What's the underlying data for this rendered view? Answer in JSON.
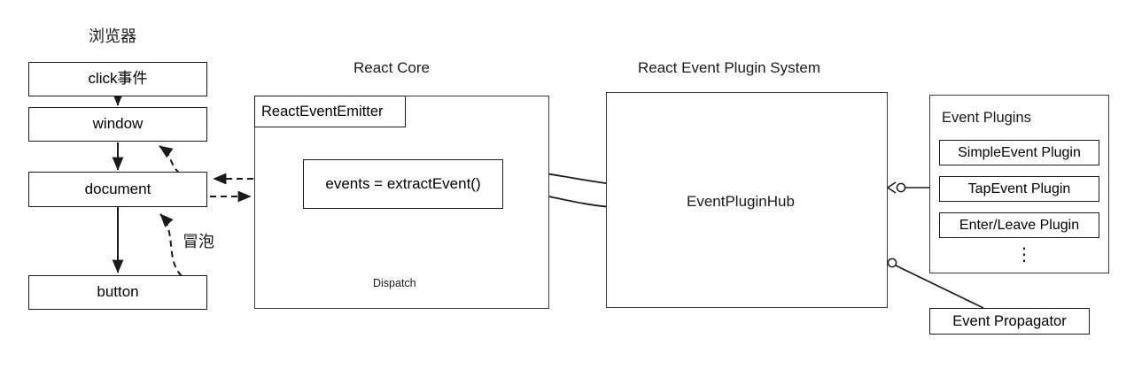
{
  "diagram": {
    "title_browser": "浏览器",
    "title_react_core": "React Core",
    "title_plugin_system": "React Event Plugin System",
    "bubble_label": "冒泡",
    "dispatch_label": "Dispatch",
    "ellipsis": "⋮"
  },
  "browser_chain": {
    "nodes": [
      {
        "label": "click事件"
      },
      {
        "label": "window"
      },
      {
        "label": "document"
      },
      {
        "label": "button"
      }
    ]
  },
  "react_core": {
    "emitter_label": "ReactEventEmitter",
    "extract_event_label": "events = extractEvent()"
  },
  "plugin_system": {
    "hub_label": "EventPluginHub"
  },
  "event_plugins": {
    "header": "Event Plugins",
    "items": [
      {
        "label": "SimpleEvent Plugin"
      },
      {
        "label": "TapEvent Plugin"
      },
      {
        "label": "Enter/Leave Plugin"
      }
    ]
  },
  "event_propagator": {
    "label": "Event Propagator"
  },
  "colors": {
    "stroke": "#1a1a1a",
    "group_stroke": "#3a3a3a",
    "background": "#ffffff",
    "text": "#1a1a1a"
  }
}
